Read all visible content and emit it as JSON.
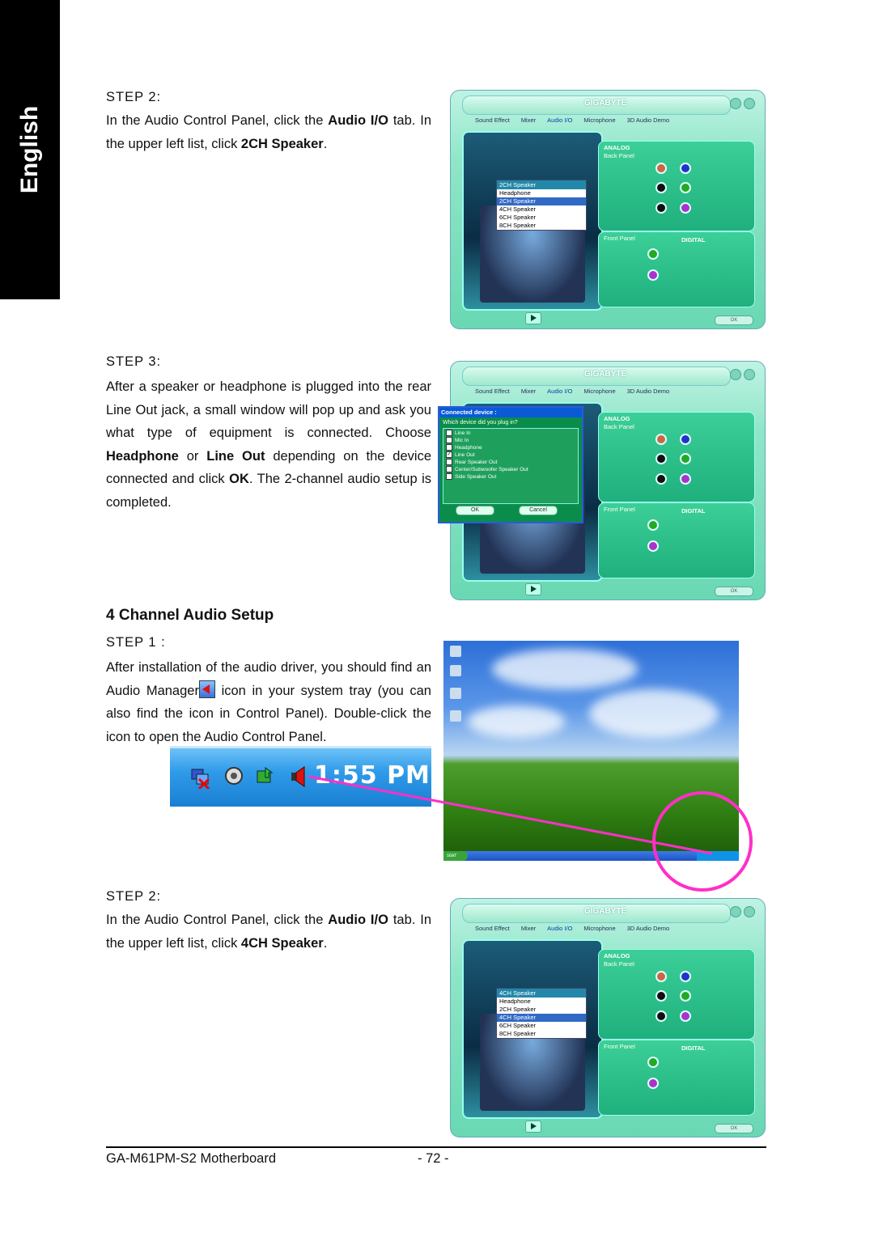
{
  "side_tab": "English",
  "sections": {
    "step2a": {
      "label": "STEP 2:",
      "text_pre": "In the Audio Control Panel, click the ",
      "bold1": "Audio I/O",
      "text_mid": " tab. In the upper left list, click ",
      "bold2": "2CH Speaker",
      "text_post": "."
    },
    "step3": {
      "label": "STEP 3:",
      "text1": "After a speaker or headphone is plugged into the rear Line Out jack, a small window will pop up and ask you what type of equipment is connected. Choose ",
      "bold1": "Headphone",
      "text2": " or ",
      "bold2": "Line Out",
      "text3": " depending on the device connected and click ",
      "bold3": "OK",
      "text4": ". The 2-channel audio setup is completed."
    },
    "title4ch": "4 Channel Audio Setup",
    "step1": {
      "label": "STEP 1 :",
      "text1": "After installation of the audio driver, you should find an Audio Manager",
      "text2": " icon in your system tray (you can also find the icon in Control Panel). Double-click the icon to open the Audio Control Panel."
    },
    "step2b": {
      "label": "STEP 2:",
      "text_pre": "In the Audio Control Panel, click the ",
      "bold1": "Audio I/O",
      "text_mid": " tab. In the upper left list, click ",
      "bold2": "4CH Speaker",
      "text_post": "."
    }
  },
  "panel": {
    "brand": "GIGABYTE",
    "tabs": [
      "Sound Effect",
      "Mixer",
      "Audio I/O",
      "Microphone",
      "3D Audio Demo"
    ],
    "analog": "ANALOG",
    "back_panel": "Back Panel",
    "front_panel": "Front Panel",
    "digital": "DIGITAL",
    "ok": "OK",
    "dropdown1_selected": "2CH Speaker",
    "dropdown1_options": [
      "Headphone",
      "2CH Speaker",
      "4CH Speaker",
      "6CH Speaker",
      "8CH Speaker"
    ],
    "dropdown2_selected": "4CH Speaker",
    "dropdown2_options": [
      "Headphone",
      "2CH Speaker",
      "4CH Speaker",
      "6CH Speaker",
      "8CH Speaker"
    ]
  },
  "dialog": {
    "title": "Connected device :",
    "question": "Which device did you plug in?",
    "items": [
      "Line In",
      "Mic In",
      "Headphone",
      "Line Out",
      "Rear Speaker Out",
      "Center/Subwoofer Speaker Out",
      "Side Speaker Out"
    ],
    "ok": "OK",
    "cancel": "Cancel"
  },
  "tray": {
    "clock": "1:55 PM"
  },
  "desktop": {
    "start": "start"
  },
  "footer": {
    "model": "GA-M61PM-S2 Motherboard",
    "page": "- 72 -"
  }
}
